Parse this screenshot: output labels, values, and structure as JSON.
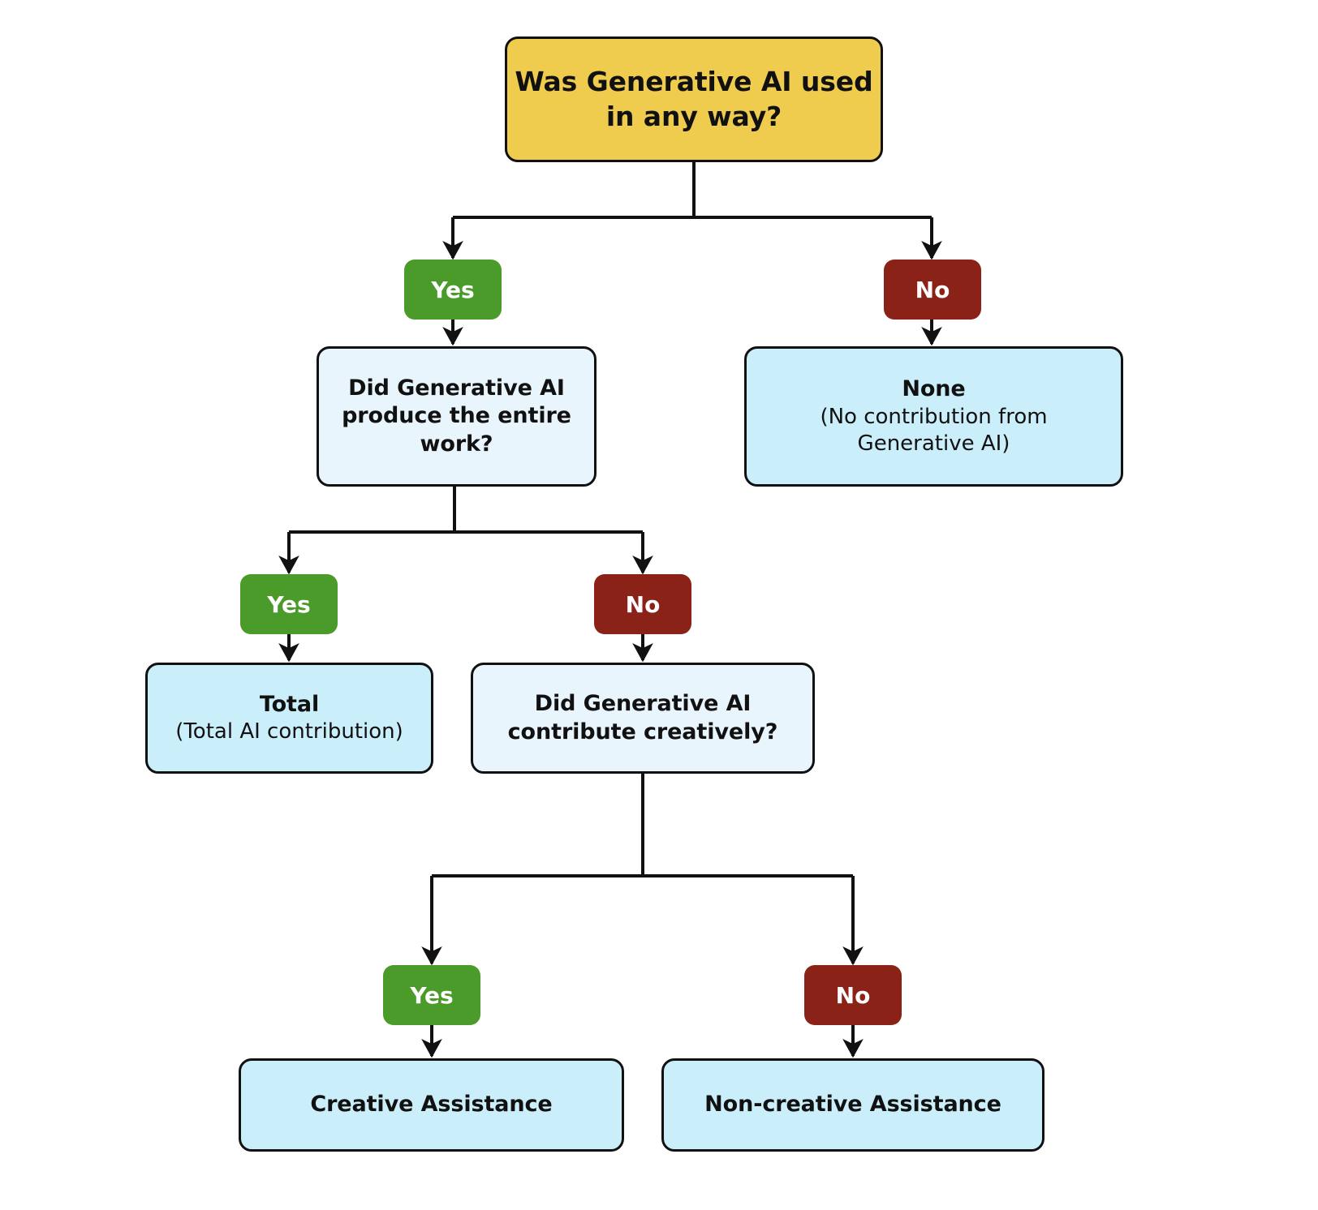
{
  "diagram": {
    "type": "decision-flowchart",
    "title": "Generative AI contribution classification decision tree",
    "colors": {
      "root_fill": "#f0cc4e",
      "question_fill": "#e9f5fc",
      "outcome_fill": "#cbeefb",
      "yes_fill": "#4a9b2a",
      "no_fill": "#8b2218",
      "stroke": "#111111",
      "background": "#ffffff"
    },
    "nodes": {
      "root": {
        "text": "Was Generative AI used in any way?",
        "line1": "Was Generative AI used",
        "line2": "in any way?"
      },
      "q_entire_work": {
        "text": "Did Generative AI produce the entire work?",
        "line1": "Did Generative AI",
        "line2": "produce the entire",
        "line3": "work?"
      },
      "q_creative": {
        "text": "Did Generative AI contribute creatively?",
        "line1": "Did Generative AI",
        "line2": "contribute creatively?"
      },
      "out_none": {
        "title": "None",
        "subtitle_line1": "(No contribution from",
        "subtitle_line2": "Generative AI)"
      },
      "out_total": {
        "title": "Total",
        "subtitle": "(Total AI contribution)"
      },
      "out_creative": {
        "title": "Creative Assistance"
      },
      "out_noncreative": {
        "title": "Non-creative Assistance"
      }
    },
    "branch_labels": {
      "root_yes": "Yes",
      "root_no": "No",
      "entire_yes": "Yes",
      "entire_no": "No",
      "creative_yes": "Yes",
      "creative_no": "No"
    },
    "edges": [
      {
        "from": "root",
        "label": "Yes",
        "to": "q_entire_work"
      },
      {
        "from": "root",
        "label": "No",
        "to": "out_none"
      },
      {
        "from": "q_entire_work",
        "label": "Yes",
        "to": "out_total"
      },
      {
        "from": "q_entire_work",
        "label": "No",
        "to": "q_creative"
      },
      {
        "from": "q_creative",
        "label": "Yes",
        "to": "out_creative"
      },
      {
        "from": "q_creative",
        "label": "No",
        "to": "out_noncreative"
      }
    ]
  }
}
